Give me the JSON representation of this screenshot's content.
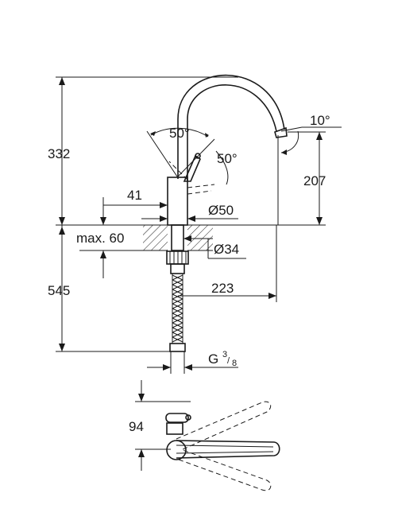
{
  "dimensions": {
    "total_height": "332",
    "below_mount": "545",
    "spout_height": "207",
    "spout_angle": "10°",
    "lever_angle_left": "50°",
    "lever_angle_right": "50°",
    "base_offset": "41",
    "base_diameter": "Ø50",
    "max_thickness": "max. 60",
    "hole_diameter": "Ø34",
    "spout_reach": "223",
    "connection": "G",
    "connection_num": "3",
    "connection_den": "8",
    "top_view_depth": "94"
  }
}
